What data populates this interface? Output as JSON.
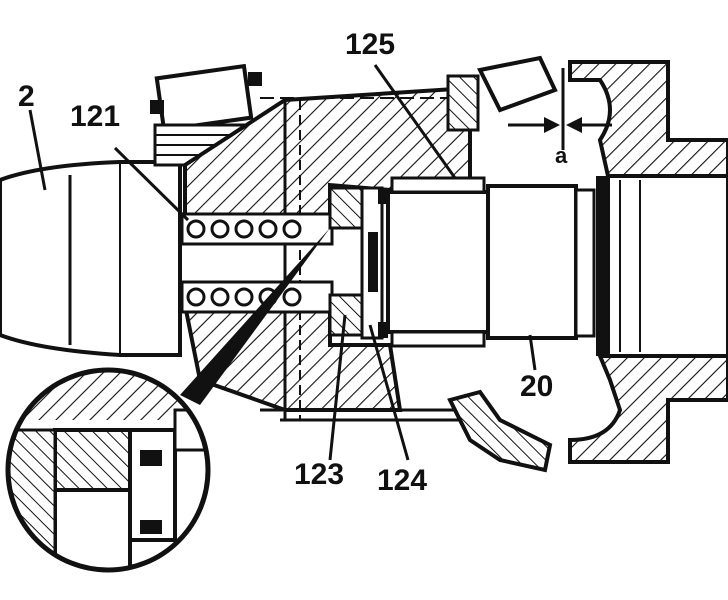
{
  "labels": {
    "part_2": "2",
    "part_121": "121",
    "part_125": "125",
    "gap_a": "a",
    "part_20": "20",
    "part_123": "123",
    "part_124": "124"
  },
  "colors": {
    "ink": "#111111",
    "paper": "#ffffff"
  }
}
